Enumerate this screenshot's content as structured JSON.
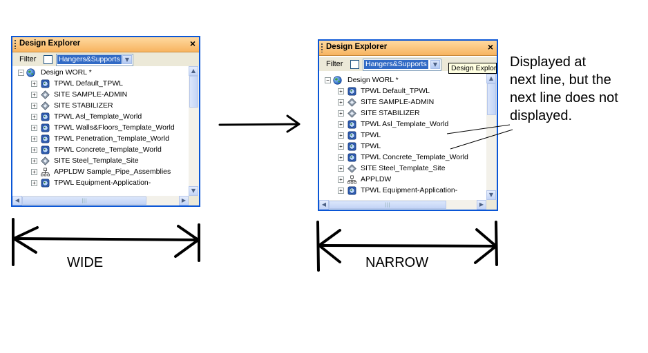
{
  "panels": {
    "wide": {
      "title": "Design Explorer",
      "close": "×",
      "filter_label": "Filter",
      "filter_value": "Hangers&Supports",
      "tree": {
        "root": "Design WORL *",
        "items": [
          "TPWL Default_TPWL",
          "SITE SAMPLE-ADMIN",
          "SITE STABILIZER",
          "TPWL Asl_Template_World",
          "TPWL Walls&Floors_Template_World",
          "TPWL Penetration_Template_World",
          "TPWL Concrete_Template_World",
          "SITE Steel_Template_Site",
          "APPLDW Sample_Pipe_Assemblies",
          "TPWL Equipment-Application-"
        ]
      }
    },
    "narrow": {
      "title": "Design Explorer",
      "close": "×",
      "filter_label": "Filter",
      "filter_value": "Hangers&Supports",
      "tooltip": "Design Explorer",
      "tree": {
        "root": "Design WORL *",
        "items": [
          "TPWL Default_TPWL",
          "SITE SAMPLE-ADMIN",
          "SITE STABILIZER",
          "TPWL Asl_Template_World",
          "TPWL",
          "TPWL",
          "TPWL Concrete_Template_World",
          "SITE Steel_Template_Site",
          "APPLDW",
          "TPWL Equipment-Application-"
        ]
      }
    }
  },
  "icons": [
    "globe-icon",
    "world-icon",
    "site-icon",
    "pipe-assembly-icon",
    "expand-icon"
  ],
  "captions": {
    "wide": "WIDE",
    "narrow": "NARROW"
  },
  "annotation": {
    "line1": "Displayed at",
    "line2": "next line, but the",
    "line3": "next line does not",
    "line4": "displayed."
  },
  "colors": {
    "panel_border": "#0a56d6",
    "title_gradient_top": "#ffd9a0",
    "title_gradient_bottom": "#f7b460",
    "select_highlight": "#316ac5",
    "tooltip_bg": "#ffffe1"
  }
}
